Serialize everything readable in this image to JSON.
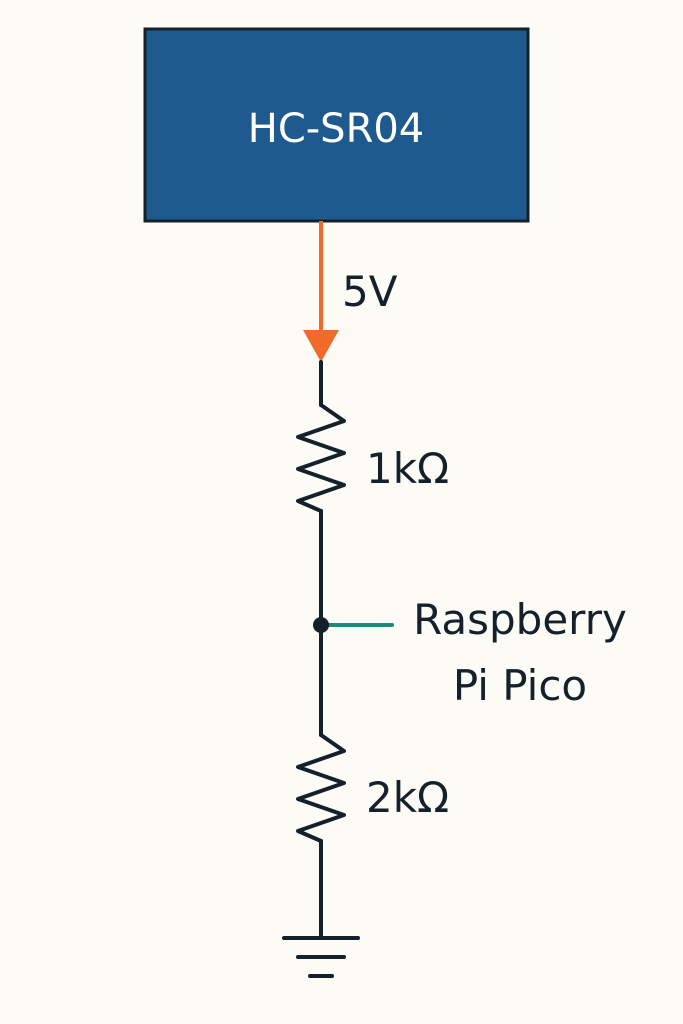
{
  "sensor": {
    "label": "HC-SR04"
  },
  "supply": {
    "label": "5V"
  },
  "resistors": [
    {
      "label": "1kΩ"
    },
    {
      "label": "2kΩ"
    }
  ],
  "tap": {
    "label_line1": "Raspberry",
    "label_line2": "Pi Pico"
  },
  "colors": {
    "background": "#FCFBF5",
    "sensor_fill": "#1F5A8F",
    "sensor_border": "#14212B",
    "sensor_text": "#FFFFFF",
    "supply_arrow": "#F06A2A",
    "wire": "#14212B",
    "tap_wire": "#1F8A7A",
    "text": "#14212B"
  }
}
